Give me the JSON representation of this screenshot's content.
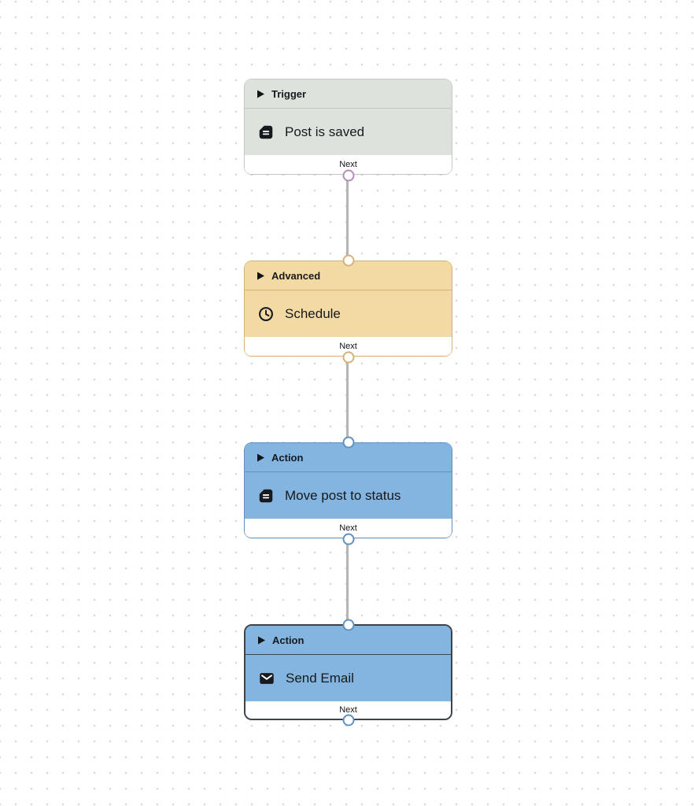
{
  "canvas": {
    "bg": "#ffffff",
    "dot_color": "#d9d9d9"
  },
  "edge_color": "#b5b5b5",
  "nodes": [
    {
      "category": "Trigger",
      "title": "Post is saved",
      "icon": "document-icon",
      "footer_label": "Next",
      "selected": false,
      "colors": {
        "bg": "#dde3dc",
        "border": "#c4c9c3",
        "port_out": "#b48cba"
      }
    },
    {
      "category": "Advanced",
      "title": "Schedule",
      "icon": "clock-icon",
      "footer_label": "Next",
      "selected": false,
      "colors": {
        "bg": "#f3d9a4",
        "border": "#d7b277",
        "port_in": "#d7b277",
        "port_out": "#d7b277"
      }
    },
    {
      "category": "Action",
      "title": "Move post to status",
      "icon": "document-icon",
      "footer_label": "Next",
      "selected": false,
      "colors": {
        "bg": "#83b5e0",
        "border": "#5e91c2",
        "port_in": "#5e91c2",
        "port_out": "#5e91c2"
      }
    },
    {
      "category": "Action",
      "title": "Send Email",
      "icon": "mail-icon",
      "footer_label": "Next",
      "selected": true,
      "colors": {
        "bg": "#83b5e0",
        "border": "#3d444c",
        "port_in": "#5e91c2",
        "port_out": "#5e91c2"
      }
    }
  ]
}
